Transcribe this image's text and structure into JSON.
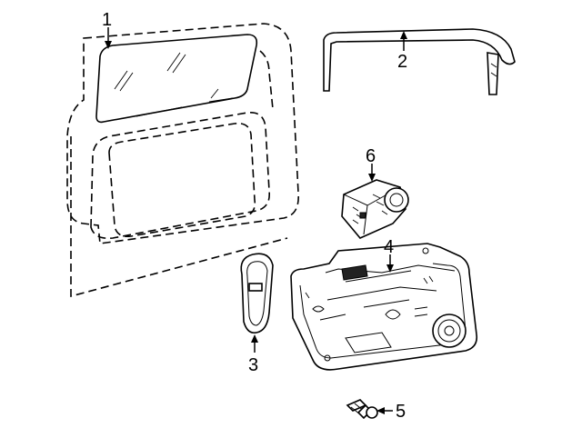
{
  "callouts": [
    {
      "number": "1",
      "part": "door-glass"
    },
    {
      "number": "2",
      "part": "glass-run-channel"
    },
    {
      "number": "3",
      "part": "access-hole-cover"
    },
    {
      "number": "4",
      "part": "window-regulator-module"
    },
    {
      "number": "5",
      "part": "push-pin-retainer"
    },
    {
      "number": "6",
      "part": "window-motor"
    }
  ]
}
